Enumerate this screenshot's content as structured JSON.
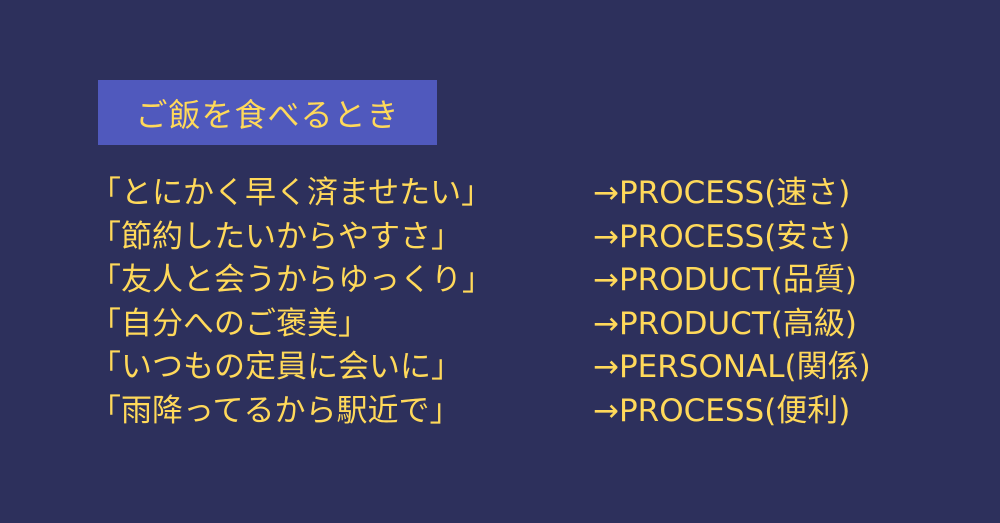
{
  "colors": {
    "background": "#2d305c",
    "title_box": "#5059bd",
    "text": "#ffd95a"
  },
  "title": "ご飯を食べるとき",
  "rows": [
    {
      "reason": "「とにかく早く済ませたい」",
      "category": "→PROCESS(速さ)"
    },
    {
      "reason": "「節約したいからやすさ」",
      "category": "→PROCESS(安さ)"
    },
    {
      "reason": "「友人と会うからゆっくり」",
      "category": "→PRODUCT(品質)"
    },
    {
      "reason": "「自分へのご褒美」",
      "category": "→PRODUCT(高級)"
    },
    {
      "reason": "「いつもの定員に会いに」",
      "category": "→PERSONAL(関係)"
    },
    {
      "reason": "「雨降ってるから駅近で」",
      "category": "→PROCESS(便利)"
    }
  ]
}
